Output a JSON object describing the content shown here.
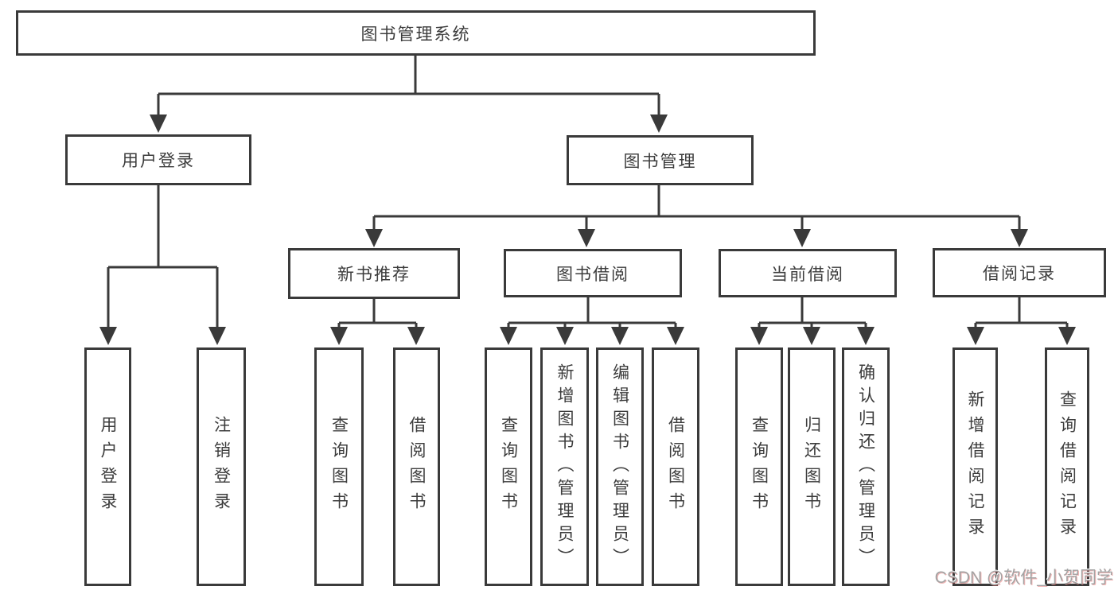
{
  "root": {
    "label": "图书管理系统"
  },
  "branches": {
    "user_login": {
      "label": "用户登录",
      "leaves": [
        "用户登录",
        "注销登录"
      ]
    },
    "book_management": {
      "label": "图书管理",
      "groups": [
        {
          "label": "新书推荐",
          "leaves": [
            "查询图书",
            "借阅图书"
          ]
        },
        {
          "label": "图书借阅",
          "leaves": [
            "查询图书",
            "新增图书（管理员）",
            "编辑图书（管理员）",
            "借阅图书"
          ]
        },
        {
          "label": "当前借阅",
          "leaves": [
            "查询图书",
            "归还图书",
            "确认归还（管理员）"
          ]
        },
        {
          "label": "借阅记录",
          "leaves": [
            "新增借阅记录",
            "查询借阅记录"
          ]
        }
      ]
    }
  },
  "watermark": "CSDN @软件_小贺同学",
  "colors": {
    "line": "#3a3a3a",
    "text": "#3c3c3c",
    "box_bg": "#ffffff",
    "watermark": "#a3a3a3"
  }
}
